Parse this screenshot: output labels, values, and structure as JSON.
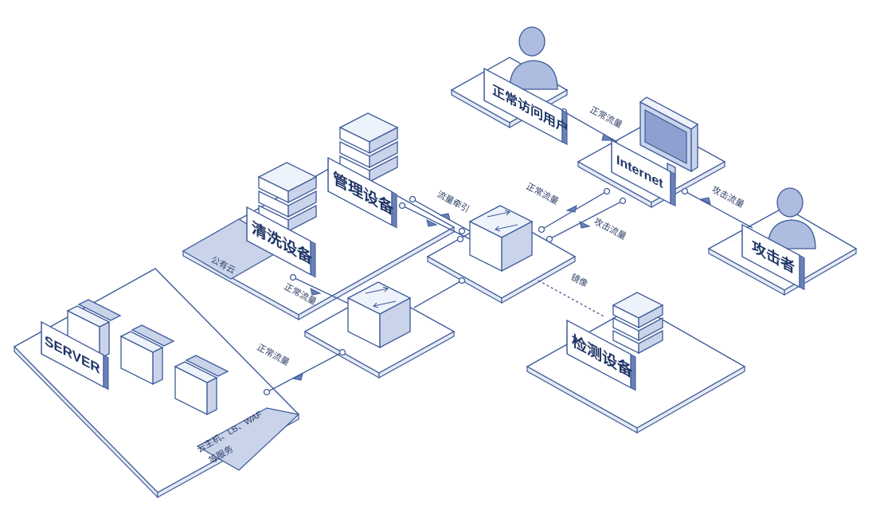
{
  "labels": {
    "normal_user": "正常访问用户",
    "internet": "Internet",
    "attacker": "攻击者",
    "management_device": "管理设备",
    "cleaning_device": "清洗设备",
    "public_cloud": "公有云",
    "detection_device": "检测设备",
    "server": "SERVER",
    "cloud_services": "云主机、LB、WAF",
    "etc_services": "等服务"
  },
  "flows": {
    "normal_flow": "正常流量",
    "attack_flow": "攻击流量",
    "traffic_redirect": "流量牵引",
    "mirror": "镜像"
  },
  "colors": {
    "stroke": "#3d5a99",
    "fill_light": "#eef2fa",
    "fill_mid": "#c9d3ea",
    "accent": "#aebce0"
  }
}
